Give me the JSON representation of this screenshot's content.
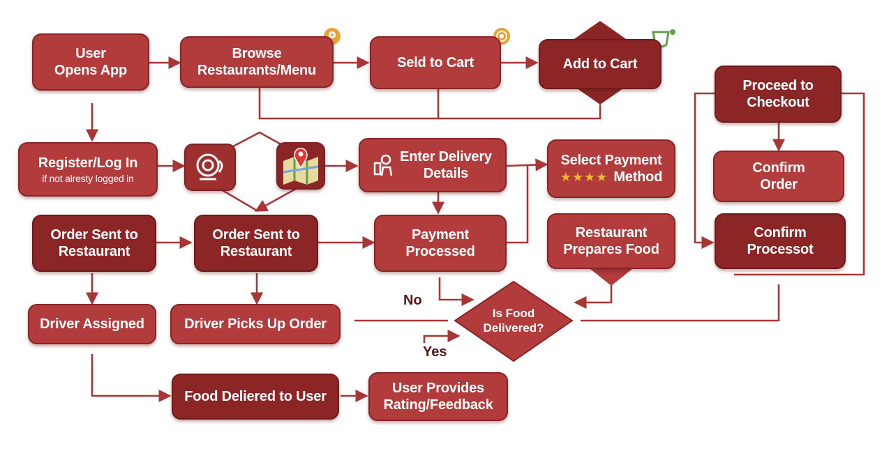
{
  "nodes": {
    "user_opens_app": "User\nOpens App",
    "browse": "Browse\nRestaurants/Menu",
    "seld_to_cart": "Seld to Cart",
    "add_to_cart": "Add to Cart",
    "proceed_checkout": "Proceed to\nCheckout",
    "register": "Register/Log In",
    "register_sub": "if not alresty logged in",
    "enter_delivery": "Enter Delivery\nDetails",
    "select_payment_1": "Select Payment",
    "select_payment_2": "Method",
    "confirm_order": "Confirm\nOrder",
    "order_sent_1": "Order Sent to\nRestaurant",
    "order_sent_2": "Order Sent to\nRestaurant",
    "payment_processed": "Payment\nProcessed",
    "restaurant_prepares": "Restaurant\nPrepares Food",
    "confirm_processot": "Confirm\nProcessot",
    "driver_assigned": "Driver Assigned",
    "driver_picks_up": "Driver Picks Up Order",
    "is_food_delivered": "Is Food\nDelivered?",
    "food_delivered": "Food Deliered to User",
    "user_rating": "User Provides\nRating/Feedback"
  },
  "labels": {
    "no": "No",
    "yes": "Yes"
  },
  "rating_stars": "★★★★",
  "icons": [
    "location-pin-icon",
    "coin-icon",
    "cup-icon",
    "webcam-icon",
    "map-pin-icon",
    "delivery-person-icon"
  ],
  "colors": {
    "node": "#b23b3b",
    "node_dark": "#8c2626",
    "connector": "#a83636",
    "accent_orange": "#e9a13b",
    "accent_green": "#5fa04b"
  }
}
